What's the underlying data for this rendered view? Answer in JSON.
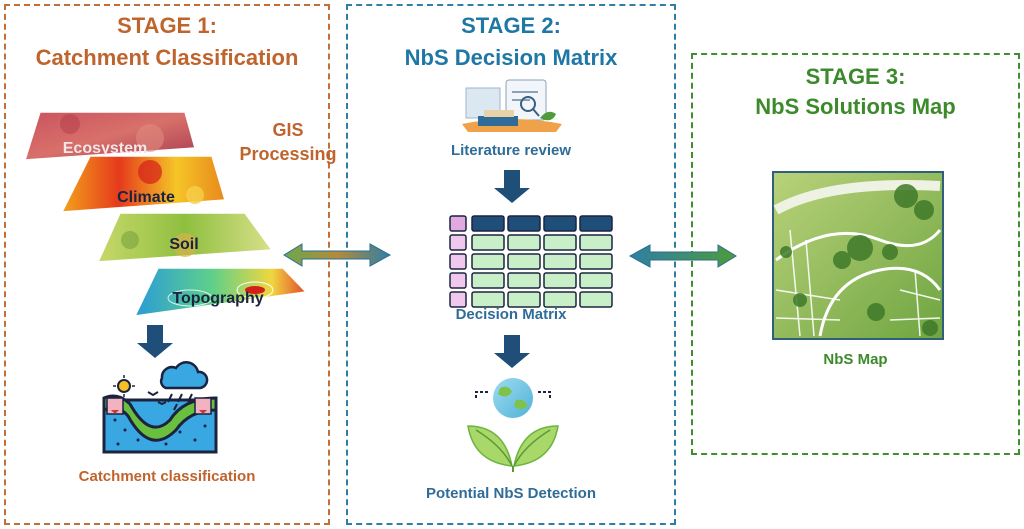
{
  "stage1": {
    "title_line1": "STAGE 1:",
    "title_line2": "Catchment Classification",
    "gis_line1": "GIS",
    "gis_line2": "Processing",
    "layers": [
      "Ecosystem",
      "Climate",
      "Soil",
      "Topography"
    ],
    "caption": "Catchment classification"
  },
  "stage2": {
    "title_line1": "STAGE 2:",
    "title_line2": "NbS Decision Matrix",
    "literature_label": "Literature review",
    "matrix_label": "Decision Matrix",
    "detection_label": "Potential NbS Detection"
  },
  "stage3": {
    "title_line1": "STAGE 3:",
    "title_line2": "NbS Solutions Map",
    "map_label": "NbS Map"
  },
  "colors": {
    "stage1": "#c0642e",
    "stage2": "#1f78a4",
    "stage3": "#3c8a2c",
    "arrow": "#1f4e79"
  },
  "icons": [
    "layer-stack-icon",
    "catchment-icon",
    "literature-review-icon",
    "decision-matrix-icon",
    "globe-leaves-icon",
    "nbs-map-icon",
    "double-arrow-icon",
    "down-arrow-icon"
  ]
}
